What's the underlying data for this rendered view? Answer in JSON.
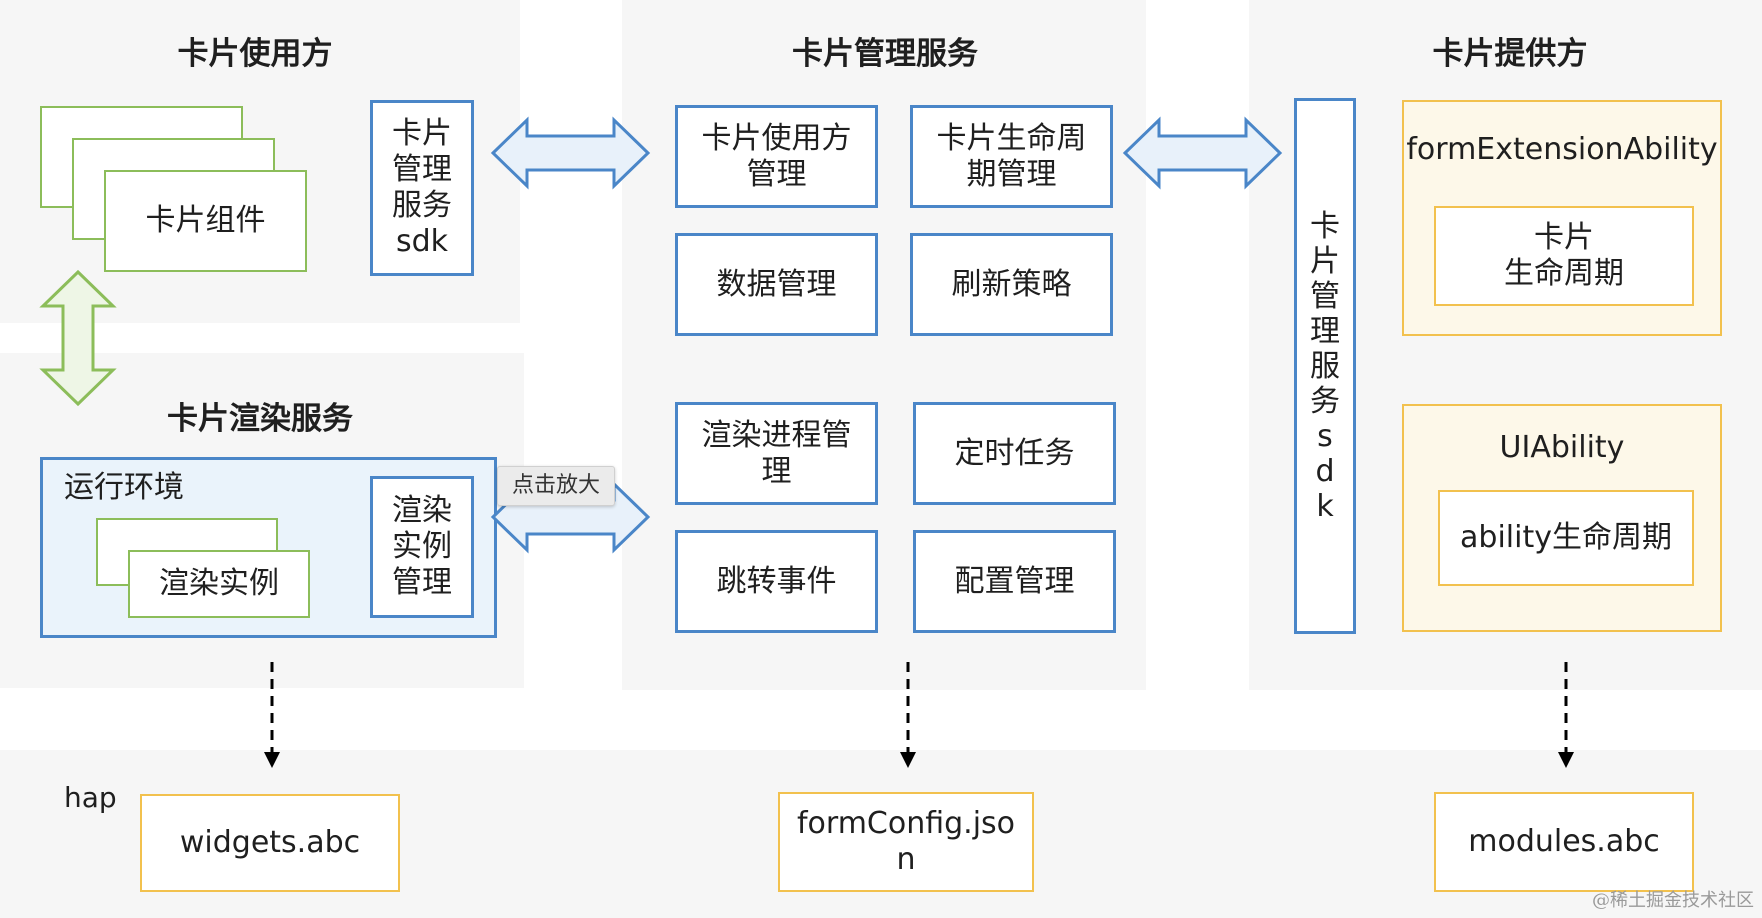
{
  "colors": {
    "panel": "#f6f6f6",
    "blue_border": "#4a86c8",
    "green_border": "#8cbd5a",
    "yellow_border": "#f2c14e",
    "arrow_fill": "#e8f1fa"
  },
  "consumer": {
    "title": "卡片使用方",
    "component": "卡片组件",
    "sdk": "卡片\n管理\n服务\nsdk"
  },
  "render": {
    "title": "卡片渲染服务",
    "env": "运行环境",
    "instance": "渲染实例",
    "manage": "渲染\n实例\n管理"
  },
  "tooltip": "点击放大",
  "manager": {
    "title": "卡片管理服务",
    "boxes": [
      "卡片使用方\n管理",
      "卡片生命周\n期管理",
      "数据管理",
      "刷新策略",
      "渲染进程管\n理",
      "定时任务",
      "跳转事件",
      "配置管理"
    ]
  },
  "provider_sdk": [
    "卡",
    "片",
    "管",
    "理",
    "服",
    "务",
    "s",
    "d",
    "k"
  ],
  "provider": {
    "title": "卡片提供方",
    "form_ext": "formExtensionAbility",
    "form_lifecycle": "卡片\n生命周期",
    "ui_ability": "UIAbility",
    "ability_lifecycle": "ability生命周期"
  },
  "bottom": {
    "hap": "hap",
    "widgets": "widgets.abc",
    "form_config": "formConfig.jso\nn",
    "modules": "modules.abc"
  },
  "watermark": "@稀土掘金技术社区"
}
